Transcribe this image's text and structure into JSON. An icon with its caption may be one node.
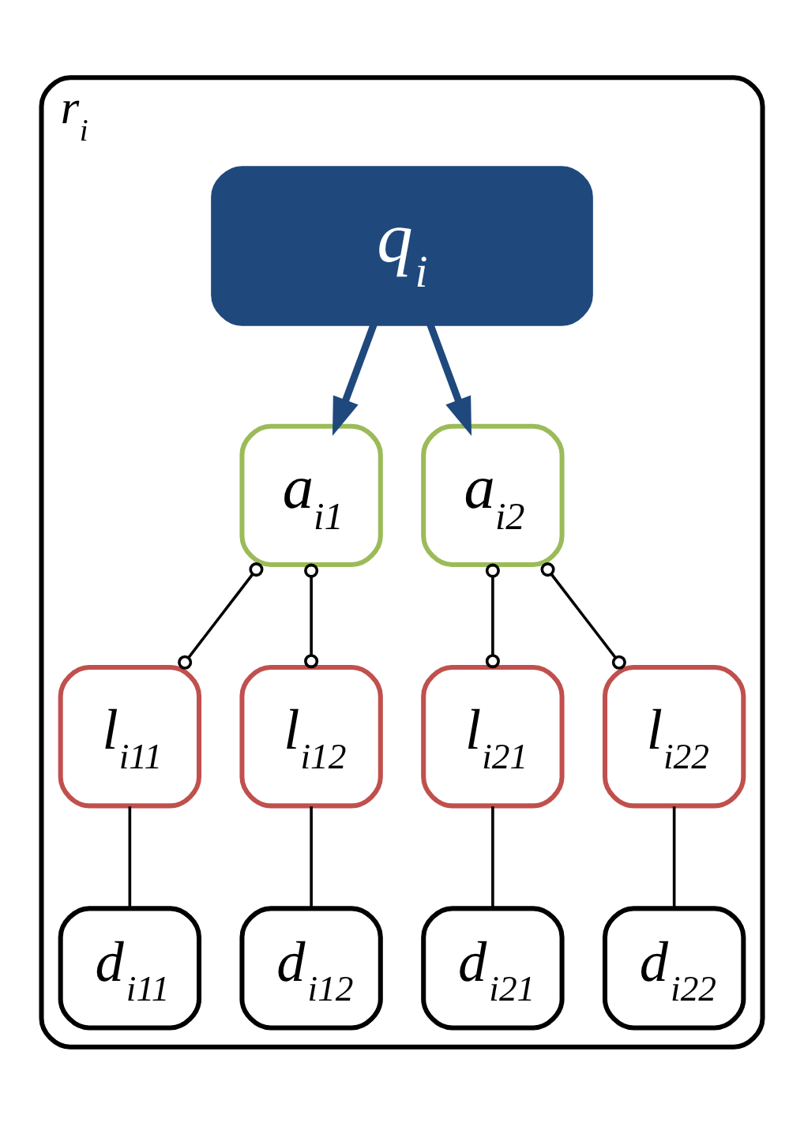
{
  "diagram": {
    "nodes": [
      {
        "text": [
          "r$_{i}$"
        ]
      },
      {
        "text": [
          "q$_{i}$"
        ],
        "in": 0
      },
      {
        "text": [
          "a$_{i1}$"
        ],
        "in": 0
      },
      {
        "text": [
          "a$_{i2}$"
        ],
        "in": 0
      },
      {
        "text": [
          "l$_{i11}$"
        ],
        "in": 0
      },
      {
        "text": [
          "l$_{i12}$"
        ],
        "in": 0
      },
      {
        "text": [
          "l$_{i21}$"
        ],
        "in": 0
      },
      {
        "text": [
          "l$_{i22}$"
        ],
        "in": 0
      },
      {
        "text": [
          "d$_{i11}$"
        ],
        "in": 0
      },
      {
        "text": [
          "d$_{i12}$"
        ],
        "in": 0
      },
      {
        "text": [
          "d$_{i21}$"
        ],
        "in": 0
      },
      {
        "text": [
          "d$_{i22}$"
        ],
        "in": 0
      }
    ],
    "edges": [
      {
        "from": 1,
        "to": 2,
        "arrow": "to",
        "color": "#1f497d",
        "style": "thick"
      },
      {
        "from": 1,
        "to": 3,
        "arrow": "to",
        "color": "#1f497d",
        "style": "thick"
      },
      {
        "from": 2,
        "to": 4,
        "arrow": "other"
      },
      {
        "from": 2,
        "to": 5,
        "arrow": "other"
      },
      {
        "from": 3,
        "to": 6,
        "arrow": "other"
      },
      {
        "from": 3,
        "to": 7,
        "arrow": "other"
      },
      {
        "from": 4,
        "to": 8,
        "arrow": "none"
      },
      {
        "from": 5,
        "to": 9,
        "arrow": "none"
      },
      {
        "from": 6,
        "to": 10,
        "arrow": "none"
      },
      {
        "from": 7,
        "to": 11,
        "arrow": "none"
      }
    ]
  }
}
